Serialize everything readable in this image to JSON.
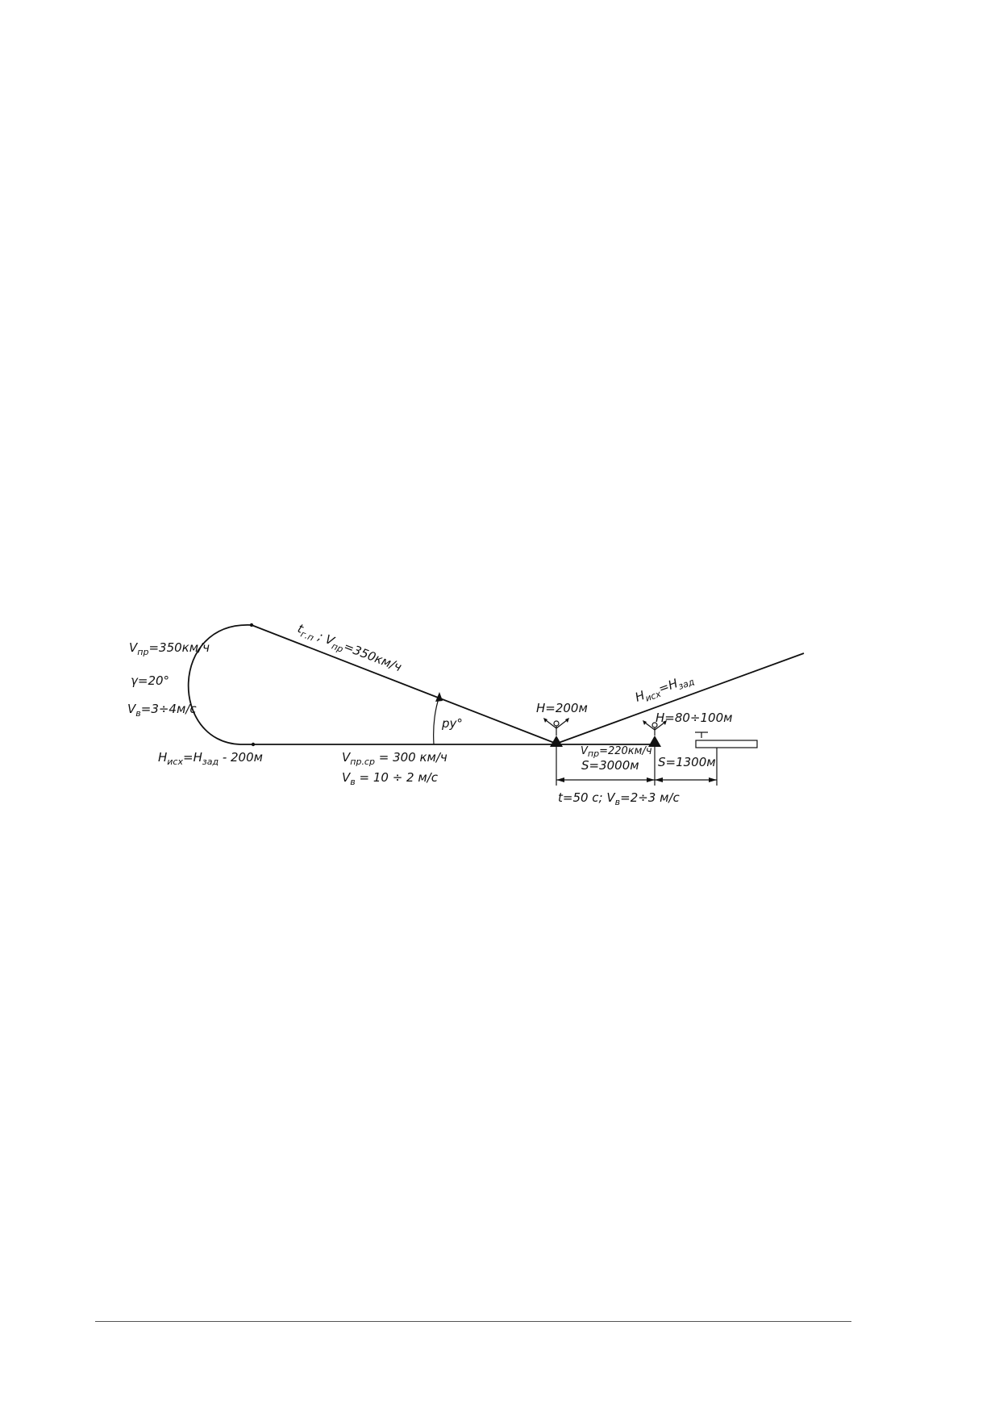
{
  "diagram": {
    "labels": {
      "loop_speed": {
        "main": "V",
        "sub": "пр",
        "rest": "=350км/ч"
      },
      "bank_angle": "γ=20°",
      "loop_vs": {
        "main": "V",
        "sub": "в",
        "rest": "=3÷4м/с"
      },
      "initial_height": {
        "main": "H",
        "sub": "исх",
        "mid": "=H",
        "sub2": "зад",
        "rest": " - 200м"
      },
      "outbound_leg": {
        "main": "t",
        "sub": "г.п",
        "mid": " ; V",
        "sub2": "пр",
        "rest": "=350км/ч"
      },
      "approach_speed": {
        "main": "V",
        "sub": "пр.ср",
        "rest": " = 300 км/ч"
      },
      "approach_vs": {
        "main": "V",
        "sub": "в",
        "rest": "    = 10 ÷ 2 м/с"
      },
      "intercept_angle": "ру°",
      "outer_marker_height": "H=200м",
      "climbout_height": {
        "main": "H",
        "sub": "исх",
        "mid": "=H",
        "sub2": "зад"
      },
      "inner_marker_height": "H=80÷100м",
      "final_speed": {
        "main": "V",
        "sub": "пр",
        "rest": "=220км/ч"
      },
      "outer_distance": "S=3000м",
      "inner_distance": "S=1300м",
      "time_vs": {
        "main": "t=50 с; V",
        "sub": "в",
        "rest": "=2÷3 м/с"
      }
    }
  }
}
